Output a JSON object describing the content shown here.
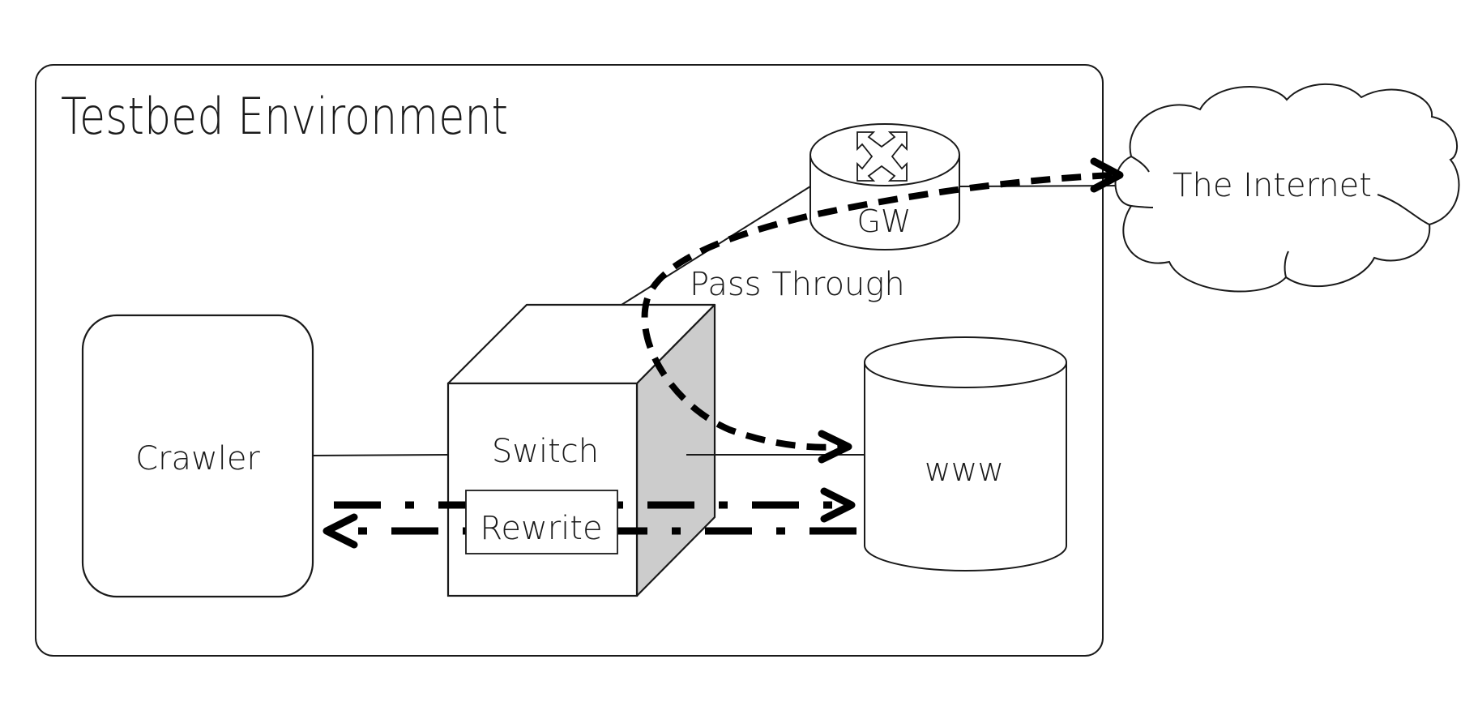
{
  "diagram": {
    "title": "Testbed Environment",
    "nodes": {
      "crawler": {
        "label": "Crawler"
      },
      "switch": {
        "label": "Switch",
        "module_label": "Rewrite"
      },
      "gateway": {
        "label": "GW",
        "icon": "router-arrows-icon"
      },
      "www": {
        "label": "www"
      },
      "internet": {
        "label": "The Internet"
      }
    },
    "annotations": {
      "pass_through": "Pass Through"
    },
    "colors": {
      "stroke": "#1a1a1a",
      "switch_side_fill": "#cccccc",
      "background": "#ffffff"
    },
    "edges": [
      {
        "from": "crawler",
        "to": "switch",
        "style": "solid"
      },
      {
        "from": "switch",
        "to": "gateway",
        "style": "solid"
      },
      {
        "from": "switch",
        "to": "www",
        "style": "solid"
      },
      {
        "from": "gateway",
        "to": "internet",
        "style": "solid"
      },
      {
        "from": "switch",
        "to": "internet",
        "style": "dashed",
        "label": "Pass Through",
        "direction": "to-internet"
      },
      {
        "from": "switch",
        "to": "www",
        "style": "dashed",
        "label": "Pass Through",
        "direction": "to-www"
      },
      {
        "from": "crawler",
        "to": "www",
        "style": "dash-dot",
        "via": "Rewrite",
        "direction": "to-www"
      },
      {
        "from": "www",
        "to": "crawler",
        "style": "dash-dot",
        "via": "Rewrite",
        "direction": "to-crawler"
      }
    ]
  }
}
